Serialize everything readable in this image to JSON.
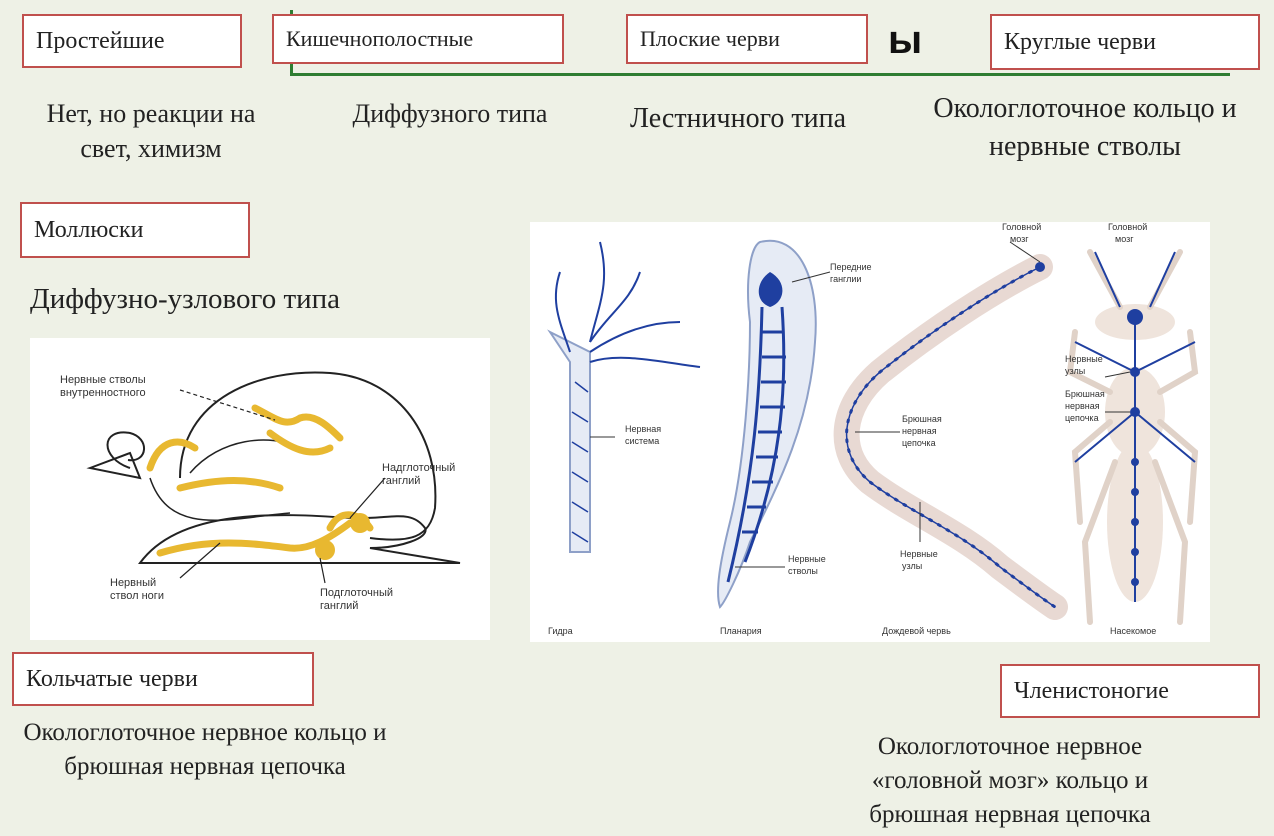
{
  "title_fragment": "ы",
  "groups": {
    "protozoa": {
      "label": "Простейшие",
      "desc": "Нет,  но реакции на свет, химизм"
    },
    "cnidaria": {
      "label": "Кишечнополостные",
      "desc": "Диффузного типа"
    },
    "flatworms": {
      "label": "Плоские черви",
      "desc": "Лестничного типа"
    },
    "roundworms": {
      "label": "Круглые черви",
      "desc": "Окологлоточное кольцо и нервные стволы"
    },
    "mollusks": {
      "label": "Моллюски",
      "desc": "Диффузно-узлового типа"
    },
    "annelids": {
      "label": "Кольчатые черви",
      "desc": "Окологлоточное нервное кольцо и брюшная нервная цепочка"
    },
    "arthropods": {
      "label": "Членистоногие",
      "desc": "Окологлоточное нервное «головной мозг» кольцо и брюшная нервная цепочка"
    }
  },
  "mollusk_figure": {
    "labels": {
      "trunk": "Нервные стволы",
      "trunk_sub": "внутренностного",
      "supra": "Надглоточный",
      "supra_sub": "ганглий",
      "pedal": "Нервный",
      "pedal_sub": "ствол ноги",
      "sub": "Подглоточный",
      "sub_sub": "ганглий"
    }
  },
  "comparison_figure": {
    "captions": [
      "Гидра",
      "Планария",
      "Дождевой червь",
      "Насекомое"
    ],
    "labels": {
      "hydra_net": "Нервная",
      "hydra_net_sub": "система",
      "planaria_front": "Передние",
      "planaria_front_sub": "ганглии",
      "planaria_trunks": "Нервные",
      "planaria_trunks_sub": "стволы",
      "worm_head": "Головной",
      "worm_head_sub": "мозг",
      "worm_chain": "Брюшная",
      "worm_chain_sub": "нервная",
      "worm_chain_sub2": "цепочка",
      "worm_nodes": "Нервные",
      "worm_nodes_sub": "узлы",
      "insect_head": "Головной",
      "insect_head_sub": "мозг",
      "insect_nodes": "Нервные",
      "insect_nodes_sub": "узлы",
      "insect_chain": "Брюшная",
      "insect_chain_sub": "нервная",
      "insect_chain_sub2": "цепочка"
    }
  },
  "colors": {
    "background": "#eef1e6",
    "label_border": "#c0504d",
    "title_line": "#2e7d32",
    "nerve_blue": "#1f3fa0",
    "ganglion_yellow": "#e8b830"
  }
}
